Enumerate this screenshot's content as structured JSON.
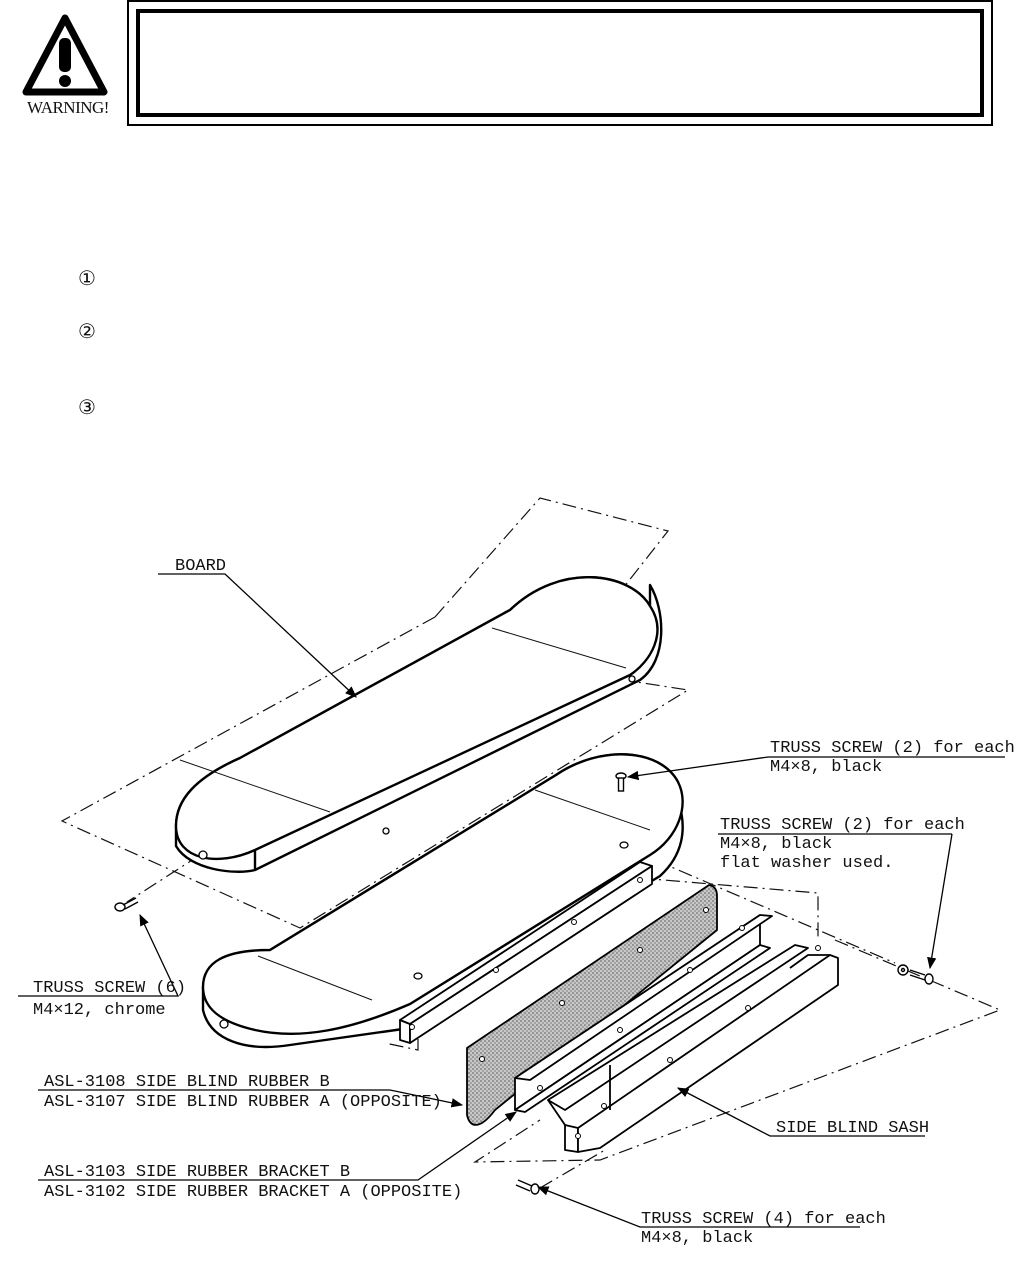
{
  "warning": {
    "icon": "warning-triangle-icon",
    "label": "WARNING!",
    "box_text": ""
  },
  "steps": [
    "①",
    "②",
    "③"
  ],
  "diagram": {
    "labels": {
      "board": "BOARD",
      "truss_screw_top": "TRUSS SCREW (2) for each",
      "truss_screw_top_spec": "M4×8, black",
      "truss_screw_right": "TRUSS SCREW (2) for each",
      "truss_screw_right_spec": "M4×8, black",
      "truss_screw_right_note": "flat washer used.",
      "truss_screw_left": "TRUSS SCREW (6)",
      "truss_screw_left_spec": "M4×12, chrome",
      "rubber_b": "ASL-3108 SIDE BLIND RUBBER B",
      "rubber_a": "ASL-3107 SIDE BLIND RUBBER A (OPPOSITE)",
      "sash": "SIDE BLIND SASH",
      "bracket_b": "ASL-3103 SIDE RUBBER BRACKET B",
      "bracket_a": "ASL-3102 SIDE RUBBER BRACKET A (OPPOSITE)",
      "truss_screw_bottom": "TRUSS SCREW (4) for each",
      "truss_screw_bottom_spec": "M4×8, black"
    }
  }
}
